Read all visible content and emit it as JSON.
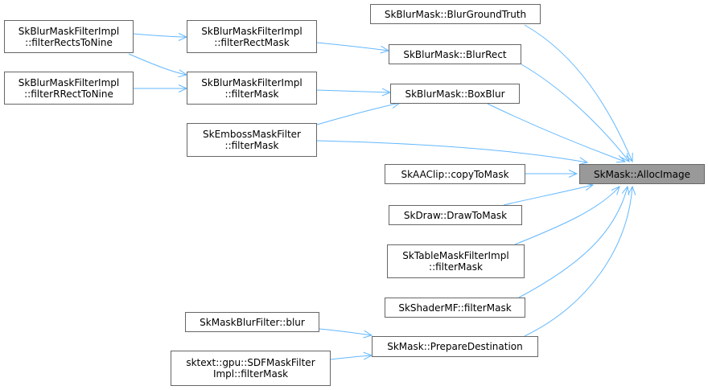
{
  "colors": {
    "edge": "#63b8ff",
    "border": "#666666",
    "focus_fill": "#999999"
  },
  "nodes": [
    {
      "id": "n-blurgroundtruth",
      "lines": [
        "SkBlurMask::BlurGroundTruth"
      ]
    },
    {
      "id": "n-blurmaskfilterimpl-filterrectstonine",
      "lines": [
        "SkBlurMaskFilterImpl",
        "::filterRectsToNine"
      ]
    },
    {
      "id": "n-blurmaskfilterimpl-filterrectmask",
      "lines": [
        "SkBlurMaskFilterImpl",
        "::filterRectMask"
      ]
    },
    {
      "id": "n-blurrect",
      "lines": [
        "SkBlurMask::BlurRect"
      ]
    },
    {
      "id": "n-blurmaskfilterimpl-filterrrecttonine",
      "lines": [
        "SkBlurMaskFilterImpl",
        "::filterRRectToNine"
      ]
    },
    {
      "id": "n-blurmaskfilterimpl-filtermask",
      "lines": [
        "SkBlurMaskFilterImpl",
        "::filterMask"
      ]
    },
    {
      "id": "n-boxblur",
      "lines": [
        "SkBlurMask::BoxBlur"
      ]
    },
    {
      "id": "n-embossmaskfilter-filtermask",
      "lines": [
        "SkEmbossMaskFilter",
        "::filterMask"
      ]
    },
    {
      "id": "n-aaclip-copytomask",
      "lines": [
        "SkAAClip::copyToMask"
      ]
    },
    {
      "id": "n-allocimage",
      "lines": [
        "SkMask::AllocImage"
      ],
      "focus": true
    },
    {
      "id": "n-draw-drawtomask",
      "lines": [
        "SkDraw::DrawToMask"
      ]
    },
    {
      "id": "n-tablemaskfilterimpl-filtermask",
      "lines": [
        "SkTableMaskFilterImpl",
        "::filterMask"
      ]
    },
    {
      "id": "n-shadermf-filtermask",
      "lines": [
        "SkShaderMF::filterMask"
      ]
    },
    {
      "id": "n-maskblurfilter-blur",
      "lines": [
        "SkMaskBlurFilter::blur"
      ]
    },
    {
      "id": "n-preparedestination",
      "lines": [
        "SkMask::PrepareDestination"
      ]
    },
    {
      "id": "n-sdfmaskfilterimpl-filtermask",
      "lines": [
        "sktext::gpu::SDFMaskFilter",
        "Impl::filterMask"
      ]
    }
  ],
  "edges": [
    {
      "from": "n-blurmaskfilterimpl-filterrectstonine",
      "to": "n-blurmaskfilterimpl-filterrectmask"
    },
    {
      "from": "n-blurmaskfilterimpl-filterrectstonine",
      "to": "n-blurmaskfilterimpl-filtermask"
    },
    {
      "from": "n-blurmaskfilterimpl-filterrrecttonine",
      "to": "n-blurmaskfilterimpl-filtermask"
    },
    {
      "from": "n-blurmaskfilterimpl-filterrectmask",
      "to": "n-blurrect"
    },
    {
      "from": "n-blurmaskfilterimpl-filtermask",
      "to": "n-boxblur"
    },
    {
      "from": "n-embossmaskfilter-filtermask",
      "to": "n-boxblur"
    },
    {
      "from": "n-maskblurfilter-blur",
      "to": "n-preparedestination"
    },
    {
      "from": "n-sdfmaskfilterimpl-filtermask",
      "to": "n-preparedestination"
    },
    {
      "from": "n-blurgroundtruth",
      "to": "n-allocimage"
    },
    {
      "from": "n-blurrect",
      "to": "n-allocimage"
    },
    {
      "from": "n-boxblur",
      "to": "n-allocimage"
    },
    {
      "from": "n-embossmaskfilter-filtermask",
      "to": "n-allocimage"
    },
    {
      "from": "n-aaclip-copytomask",
      "to": "n-allocimage"
    },
    {
      "from": "n-draw-drawtomask",
      "to": "n-allocimage"
    },
    {
      "from": "n-tablemaskfilterimpl-filtermask",
      "to": "n-allocimage"
    },
    {
      "from": "n-shadermf-filtermask",
      "to": "n-allocimage"
    },
    {
      "from": "n-preparedestination",
      "to": "n-allocimage"
    }
  ]
}
